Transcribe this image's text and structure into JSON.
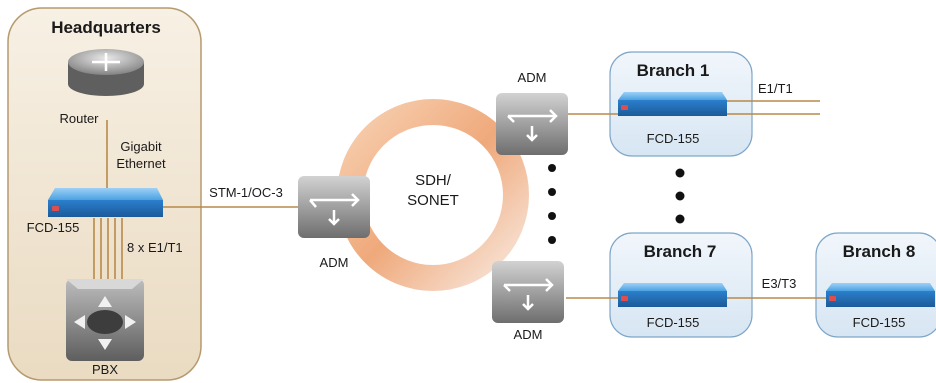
{
  "hq": {
    "title": "Headquarters",
    "router_label": "Router",
    "link_gigabit_line1": "Gigabit",
    "link_gigabit_line2": "Ethernet",
    "fcd_label": "FCD-155",
    "e1_link_label": "8 x E1/T1",
    "pbx_label": "PBX"
  },
  "core": {
    "uplink_label": "STM-1/OC-3",
    "ring_line1": "SDH/",
    "ring_line2": "SONET",
    "adm_left_label": "ADM",
    "adm_top_label": "ADM",
    "adm_bottom_label": "ADM"
  },
  "branches": {
    "b1": {
      "title": "Branch 1",
      "device_label": "FCD-155",
      "link_label": "E1/T1"
    },
    "b7": {
      "title": "Branch 7",
      "device_label": "FCD-155",
      "link_label": "E3/T3"
    },
    "b8": {
      "title": "Branch 8",
      "device_label": "FCD-155"
    }
  },
  "colors": {
    "hq_fill": "#f3e9d8",
    "hq_border": "#b59a6e",
    "branch_fill": "#e6eff8",
    "branch_border": "#7ea6c8",
    "link": "#b88a48",
    "device_blue": "#2f86d0",
    "ring": "#f1b78e",
    "adm_gray": "#8a8a8a"
  }
}
